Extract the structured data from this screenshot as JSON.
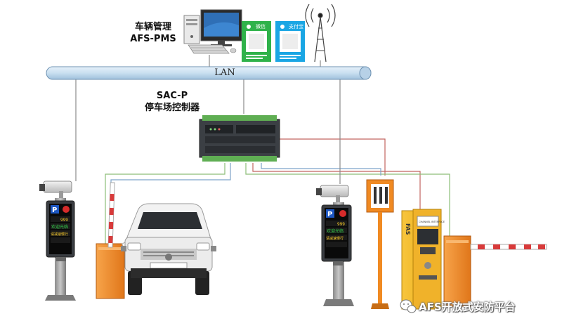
{
  "labels": {
    "pms_line1": "车辆管理",
    "pms_line2": "AFS-PMS",
    "lan": "LAN",
    "sac_line1": "SAC-P",
    "sac_line2": "停车场控制器",
    "watermark": "AFS开放式安防平台"
  },
  "qr_cards": [
    {
      "header": "微信"
    },
    {
      "header": "支付宝"
    }
  ],
  "display_left": {
    "p_sign": "P",
    "lines": [
      "999",
      "欢迎光临",
      "请减速慢行"
    ]
  },
  "display_right": {
    "p_sign": "P",
    "lines": [
      "999",
      "欢迎光临",
      "请减速慢行"
    ]
  },
  "ticket_machine": {
    "side_text": "FAS",
    "panel_text": "CHANNEL INTERFACE"
  },
  "colors": {
    "lan_bus": "#c9dff0",
    "lan_bus_edge": "#6f93b3",
    "cable_red": "#c2655f",
    "cable_green": "#8dbd78",
    "cable_blue": "#7ea4c9",
    "cable_gray": "#8b8b8b",
    "barrier_orange": "#f08a22",
    "ticket_yellow": "#f5b820",
    "wechat_green": "#2fb24a",
    "alipay_blue": "#1aa6e4"
  },
  "icons": [
    "computer-icon",
    "qr-code-icon",
    "antenna-icon",
    "camera-icon",
    "led-display-icon",
    "barrier-gate-icon",
    "car-icon",
    "ticket-machine-icon",
    "sign-board-icon",
    "wechat-icon"
  ]
}
